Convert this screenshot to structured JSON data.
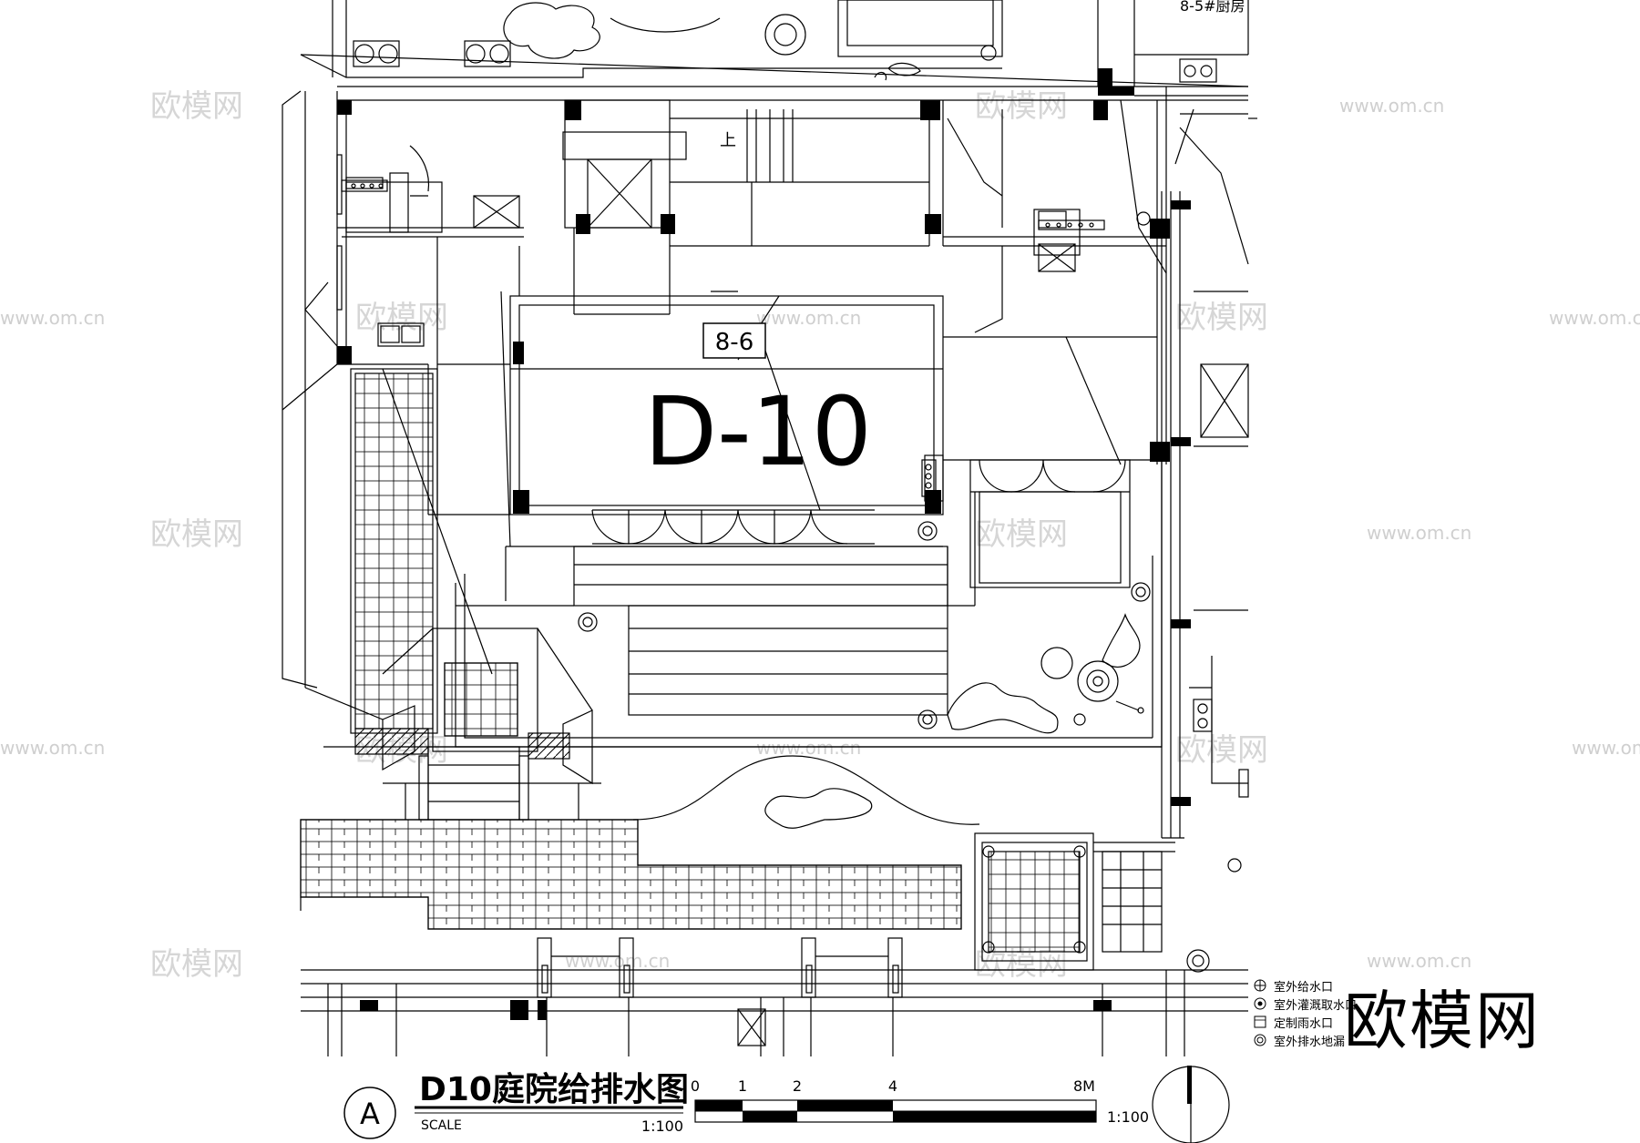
{
  "plan": {
    "room_tag": "8-6",
    "unit_code": "D-10",
    "corner_label": "8-5#厨房",
    "stair_mark": "上"
  },
  "title_block": {
    "circle_letter": "A",
    "title": "D10庭院给排水图",
    "scale_word": "SCALE",
    "scale_ratio": "1:100"
  },
  "scale_bar": {
    "ticks": [
      "0",
      "1",
      "2",
      "4",
      "8M"
    ],
    "ratio": "1:100"
  },
  "legend": [
    {
      "label": "室外给水口",
      "icon": "supply-valve-icon"
    },
    {
      "label": "室外灌溉取水口",
      "icon": "irrigation-outlet-icon"
    },
    {
      "label": "定制雨水口",
      "icon": "rain-grate-icon"
    },
    {
      "label": "室外排水地漏",
      "icon": "floor-drain-icon"
    }
  ],
  "watermarks": {
    "domain": "www.om.cn",
    "brand": "欧模网",
    "corner_brand": "欧模网"
  }
}
